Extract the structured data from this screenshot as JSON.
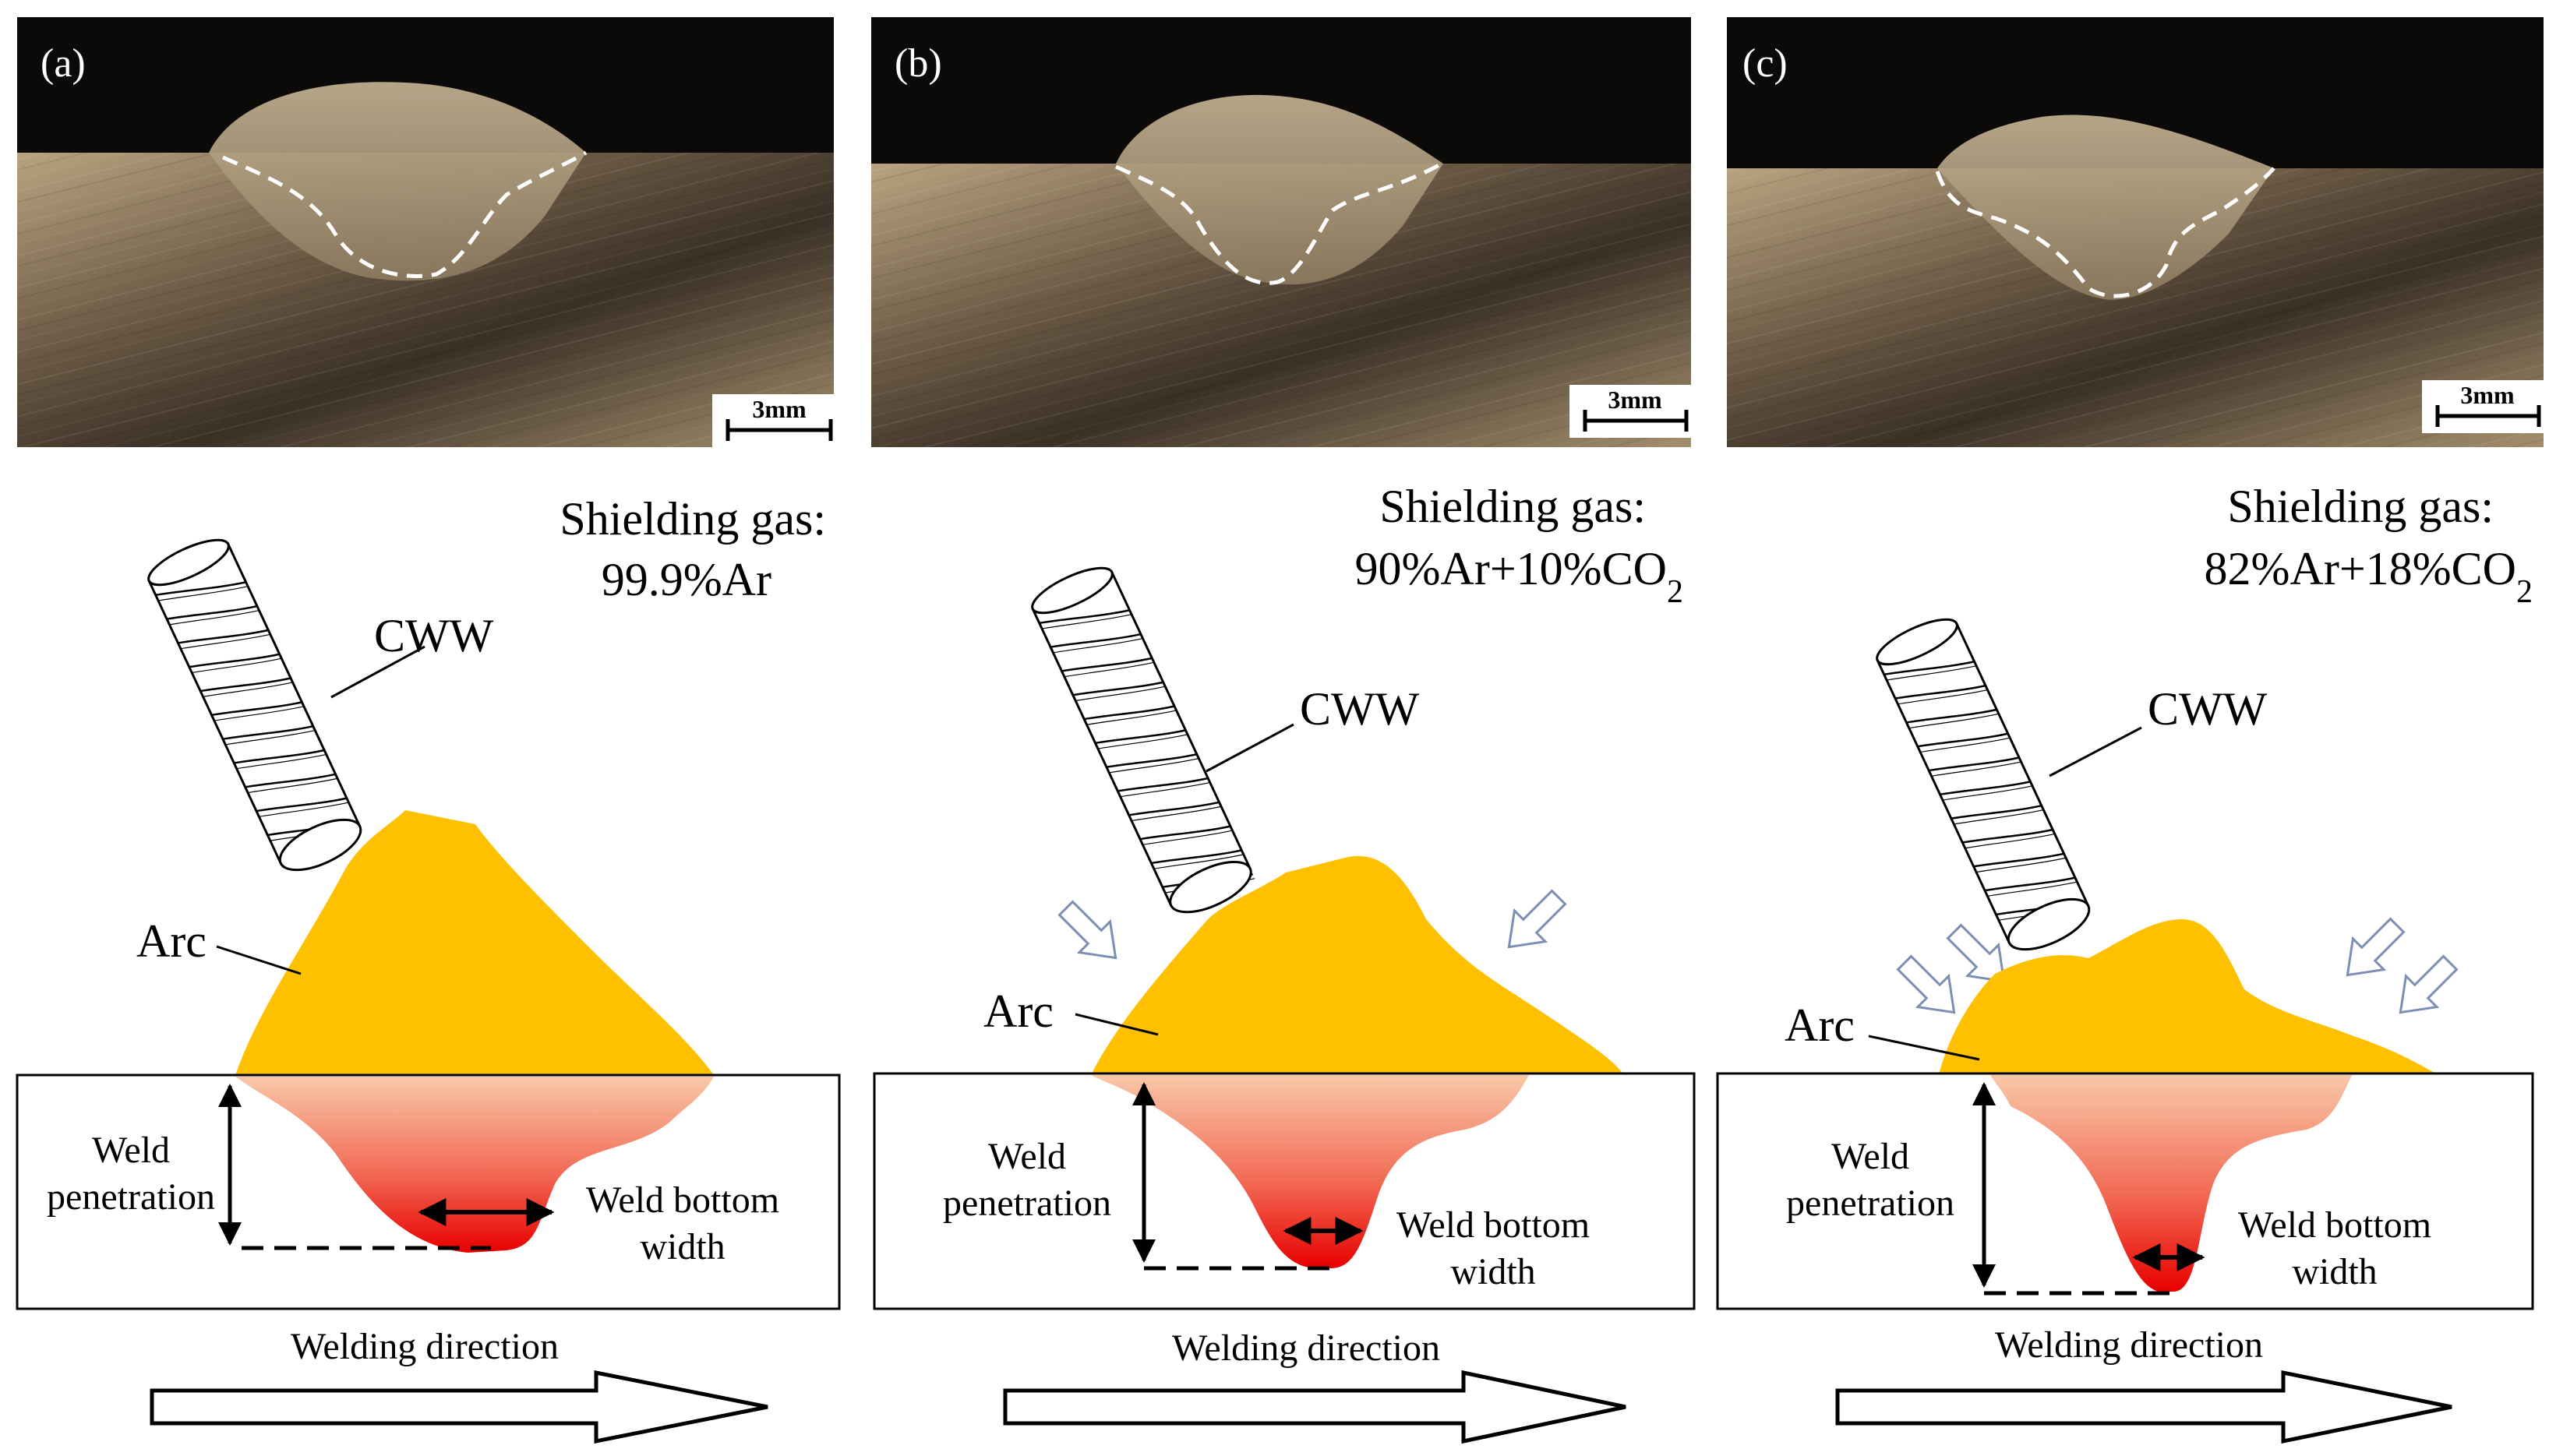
{
  "panels": [
    {
      "id": "a",
      "tag": "(a)",
      "scale_label": "3mm",
      "gas_title": "Shielding gas:",
      "gas_main": "99.9%Ar",
      "gas_sub": "",
      "wire_label": "CWW",
      "arc_label": "Arc",
      "pen_line1": "Weld",
      "pen_line2": "penetration",
      "bw_line1": "Weld bottom",
      "bw_line2": "width",
      "direction_label": "Welding direction",
      "gas_arrow_pairs": 0
    },
    {
      "id": "b",
      "tag": "(b)",
      "scale_label": "3mm",
      "gas_title": "Shielding gas:",
      "gas_main": "90%Ar+10%CO",
      "gas_sub": "2",
      "wire_label": "CWW",
      "arc_label": "Arc",
      "pen_line1": "Weld",
      "pen_line2": "penetration",
      "bw_line1": "Weld bottom",
      "bw_line2": "width",
      "direction_label": "Welding direction",
      "gas_arrow_pairs": 1
    },
    {
      "id": "c",
      "tag": "(c)",
      "scale_label": "3mm",
      "gas_title": "Shielding gas:",
      "gas_main": "82%Ar+18%CO",
      "gas_sub": "2",
      "wire_label": "CWW",
      "arc_label": "Arc",
      "pen_line1": "Weld",
      "pen_line2": "penetration",
      "bw_line1": "Weld bottom",
      "bw_line2": "width",
      "direction_label": "Welding direction",
      "gas_arrow_pairs": 2
    }
  ],
  "colors": {
    "arc": "#FFC000",
    "pool_top": "#F8C8A8",
    "pool_bottom": "#E80000",
    "photo_dark": "#0c0a08",
    "metal_light": "#b7a27f",
    "metal_dark": "#3b3126",
    "gas_arrow": "#7d8fb4"
  }
}
